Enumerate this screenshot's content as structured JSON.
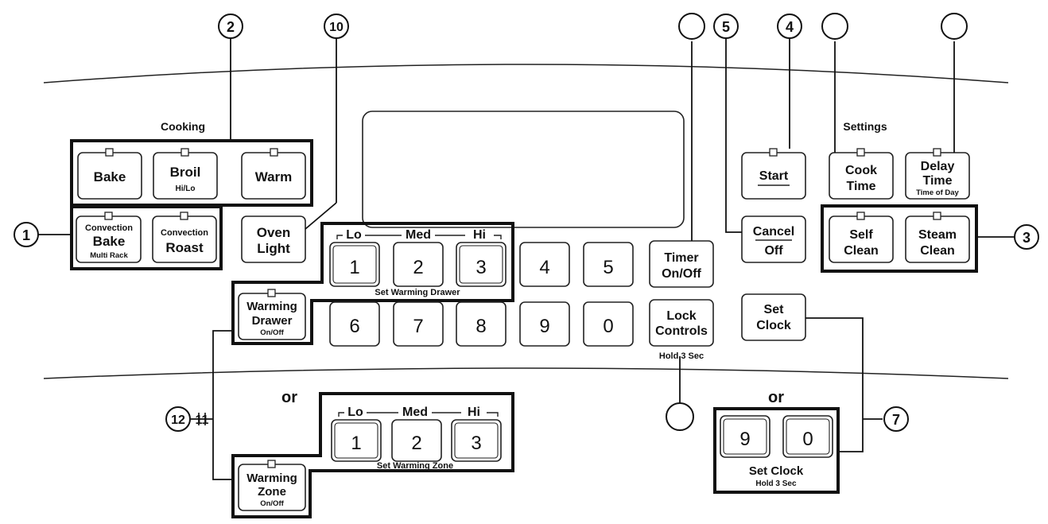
{
  "sections": {
    "cooking": "Cooking",
    "settings": "Settings"
  },
  "buttons": {
    "bake": "Bake",
    "broil": "Broil",
    "broil_sub": "Hi/Lo",
    "warm": "Warm",
    "conv_bake_top": "Convection",
    "conv_bake": "Bake",
    "conv_bake_sub": "Multi Rack",
    "conv_roast_top": "Convection",
    "conv_roast": "Roast",
    "oven_light_1": "Oven",
    "oven_light_2": "Light",
    "start": "Start",
    "cancel": "Cancel",
    "off": "Off",
    "cook_time_1": "Cook",
    "cook_time_2": "Time",
    "delay_time_1": "Delay",
    "delay_time_2": "Time",
    "delay_time_sub": "Time of Day",
    "self_clean_1": "Self",
    "self_clean_2": "Clean",
    "steam_clean_1": "Steam",
    "steam_clean_2": "Clean",
    "timer_1": "Timer",
    "timer_2": "On/Off",
    "lock_1": "Lock",
    "lock_2": "Controls",
    "lock_hold": "Hold 3 Sec",
    "set_clock_1": "Set",
    "set_clock_2": "Clock",
    "warm_drawer_1": "Warming",
    "warm_drawer_2": "Drawer",
    "warm_drawer_sub": "On/Off",
    "warm_zone_1": "Warming",
    "warm_zone_2": "Zone",
    "warm_zone_sub": "On/Off"
  },
  "levels": {
    "lo": "Lo",
    "med": "Med",
    "hi": "Hi"
  },
  "set_warming_drawer": "Set Warming Drawer",
  "set_warming_zone": "Set Warming Zone",
  "keypad": {
    "k1": "1",
    "k2": "2",
    "k3": "3",
    "k4": "4",
    "k5": "5",
    "k6": "6",
    "k7": "7",
    "k8": "8",
    "k9": "9",
    "k0": "0"
  },
  "zone_keys": {
    "k1": "1",
    "k2": "2",
    "k3": "3"
  },
  "clock_keys": {
    "k9": "9",
    "k0": "0"
  },
  "set_clock_label": "Set Clock",
  "set_clock_hold": "Hold 3 Sec",
  "or_label": "or",
  "callouts": {
    "c1": "1",
    "c2": "2",
    "c3": "3",
    "c4": "4",
    "c5": "5",
    "c7": "7",
    "c10": "10",
    "c11": "11",
    "c12": "12"
  }
}
